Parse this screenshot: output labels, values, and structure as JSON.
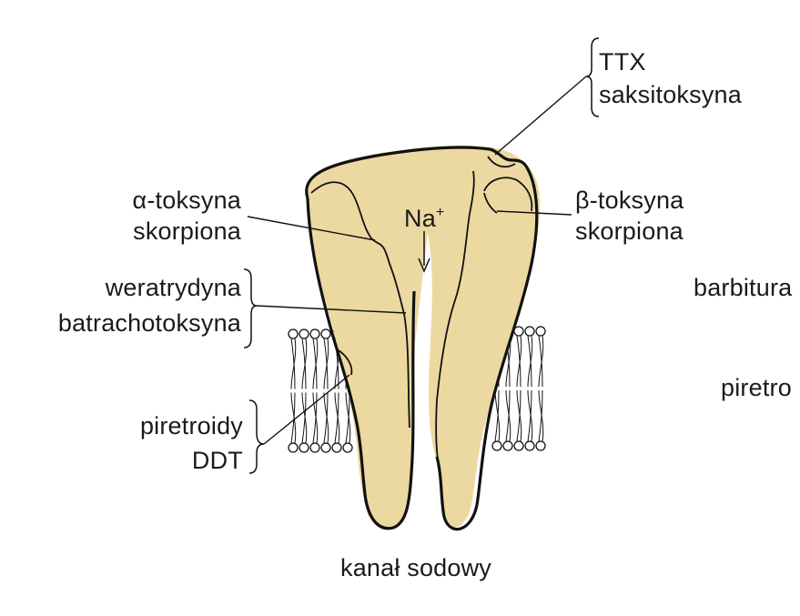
{
  "labels": {
    "ttx": "TTX",
    "saxitoxin": "saksitoksyna",
    "alpha_line1": "α-toksyna",
    "alpha_line2": "skorpiona",
    "beta_line1": "β-toksyna",
    "beta_line2": "skorpiona",
    "veratridine": "weratrydyna",
    "batrachotoxin": "batrachotoksyna",
    "pyrethroids": "piretroidy",
    "ddt": "DDT",
    "barbiturates_cut": "barbitura",
    "pyrethroids_cut": "piretro",
    "ion": "Na",
    "ion_charge": "+",
    "caption": "kanał sodowy"
  },
  "colors": {
    "channel_fill": "#ecd9a2",
    "outline": "#111111"
  }
}
